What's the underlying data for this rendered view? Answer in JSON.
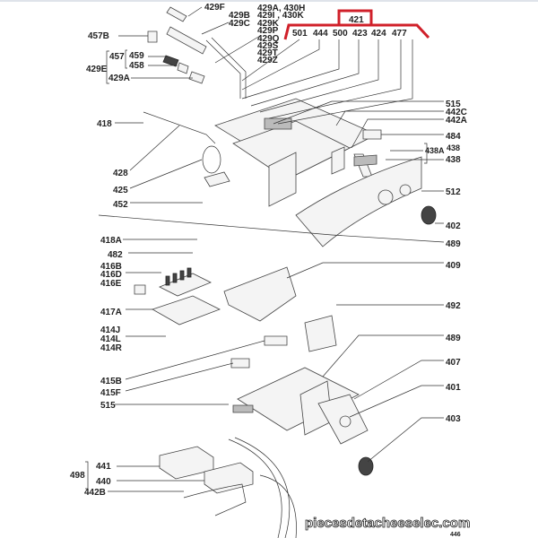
{
  "diagram": {
    "kit_label": "421",
    "kit_color": "#d0202a",
    "kit_items": [
      "501",
      "444",
      "500",
      "423",
      "424",
      "477"
    ],
    "labels": {
      "l429F": "429F",
      "l429B": "429B",
      "l429C": "429C",
      "l429A_430H": "429A, 430H",
      "l429I_430K": "429I , 430K",
      "l429K": "429K",
      "l429P": "429P",
      "l429Q": "429Q",
      "l429S": "429S",
      "l429T": "429T",
      "l429Z": "429Z",
      "l457B": "457B",
      "l457": "457",
      "l459": "459",
      "l458": "458",
      "l429E": "429E",
      "l429A": "429A",
      "l515a": "515",
      "l442C": "442C",
      "l442A": "442A",
      "l418": "418",
      "l484": "484",
      "l438A": "438A",
      "l438a": "438",
      "l438b": "438",
      "l428": "428",
      "l425": "425",
      "l452": "452",
      "l512": "512",
      "l402": "402",
      "l489a": "489",
      "l418A": "418A",
      "l482": "482",
      "l416B": "416B",
      "l416D": "416D",
      "l416E": "416E",
      "l409": "409",
      "l417A": "417A",
      "l414J": "414J",
      "l414L": "414L",
      "l414R": "414R",
      "l492": "492",
      "l489b": "489",
      "l415B": "415B",
      "l415F": "415F",
      "l407": "407",
      "l515b": "515",
      "l401": "401",
      "l403": "403",
      "l498": "498",
      "l441": "441",
      "l440": "440",
      "l442B": "442B",
      "l446": "446"
    },
    "watermark": "piecesdetacheeselec.com"
  }
}
